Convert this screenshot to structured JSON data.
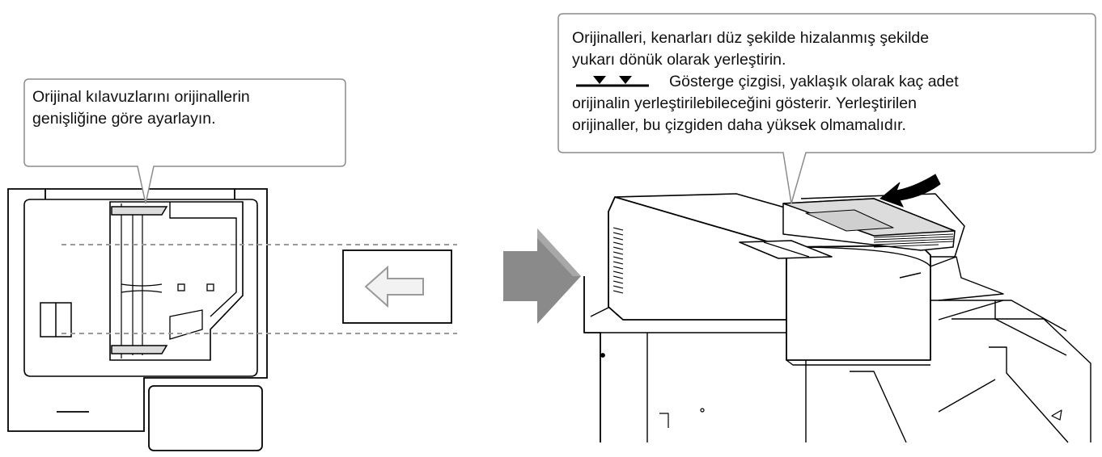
{
  "left_callout": {
    "lines": [
      "Orijinal kılavuzlarını orijinallerin",
      "genişliğine göre ayarlayın."
    ]
  },
  "right_callout": {
    "line1": "Orijinalleri, kenarları düz şekilde hizalanmış şekilde",
    "line2": "yukarı dönük olarak yerleştirin.",
    "line3": "Gösterge çizgisi, yaklaşık olarak kaç adet",
    "line4": "orijinalin yerleştirilebileceğini gösterir. Yerleştirilen",
    "line5": "orijinaller, bu çizgiden daha yüksek olmamalıdır.",
    "indicator_icon": "indicator-line-icon"
  },
  "colors": {
    "line": "#000000",
    "callout_border": "#8c8c8c",
    "guide_dash": "#9a9a9a",
    "arrow_gray": "#8a8a8a",
    "arrow_light": "#d4d4d4",
    "paper_gray": "#dcdcdc",
    "panel_gray": "#f3f3f3"
  }
}
